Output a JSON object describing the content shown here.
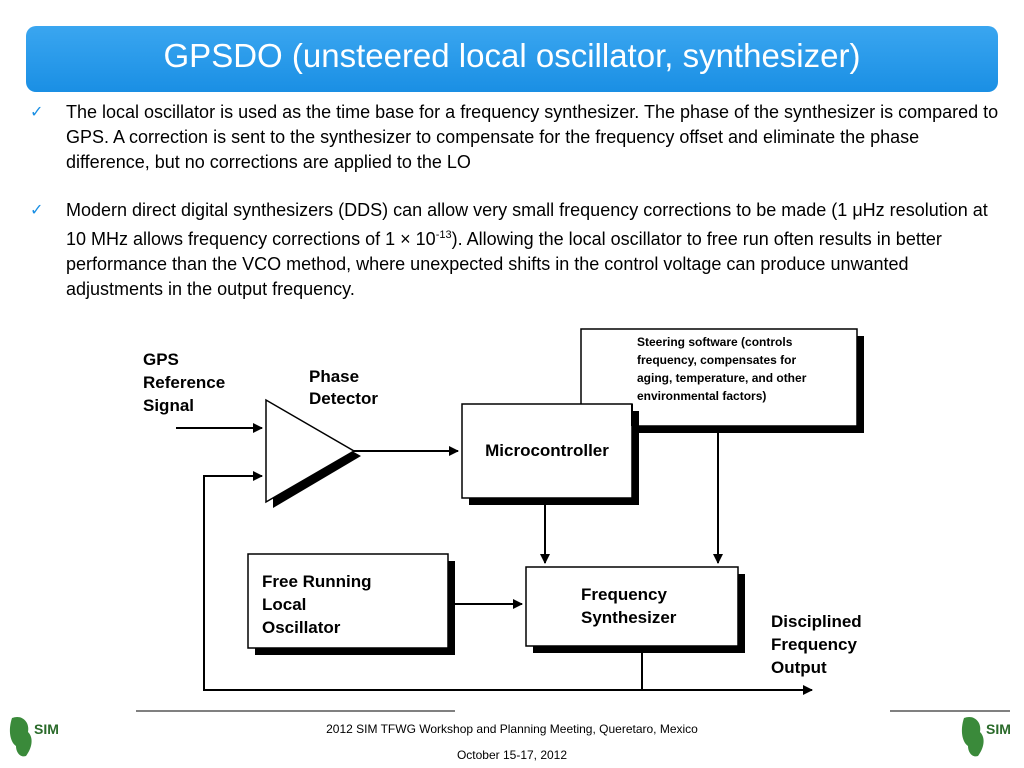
{
  "slide": {
    "title": "GPSDO (unsteered local oscillator, synthesizer)",
    "bullets": [
      {
        "text": "The local oscillator is used as the time base for a frequency synthesizer.  The phase of the synthesizer is compared to GPS.  A correction is sent to the synthesizer to compensate for the frequency offset and eliminate the phase difference, but no corrections are applied to the LO"
      },
      {
        "text_before": "Modern direct digital synthesizers (DDS) can allow very small frequency corrections to be made (1 μHz resolution at 10 MHz allows frequency corrections of 1 × 10",
        "superscript": "-13",
        "text_after": ").  Allowing the local oscillator to free run often results in better performance than the VCO method, where unexpected shifts in the control voltage can produce unwanted adjustments in the output frequency."
      }
    ]
  },
  "diagram": {
    "gps_ref_label": [
      "GPS",
      "Reference",
      "Signal"
    ],
    "phase_detector_label": [
      "Phase",
      "Detector"
    ],
    "microcontroller_label": "Microcontroller",
    "steering_label": [
      "Steering software (controls",
      "frequency, compensates for",
      "aging, temperature, and other",
      "environmental factors)"
    ],
    "oscillator_label": [
      "Free Running",
      "Local",
      "Oscillator"
    ],
    "synthesizer_label": [
      "Frequency",
      "Synthesizer"
    ],
    "output_label": [
      "Disciplined",
      "Frequency",
      "Output"
    ]
  },
  "footer": {
    "line1": "2012 SIM TFWG Workshop and Planning Meeting, Queretaro, Mexico",
    "line2": "October 15-17, 2012",
    "logo_text": "SIM"
  },
  "colors": {
    "title_bar": "#1a8fe4",
    "check": "#1a8fe4",
    "logo_green": "#3a8a3a"
  }
}
